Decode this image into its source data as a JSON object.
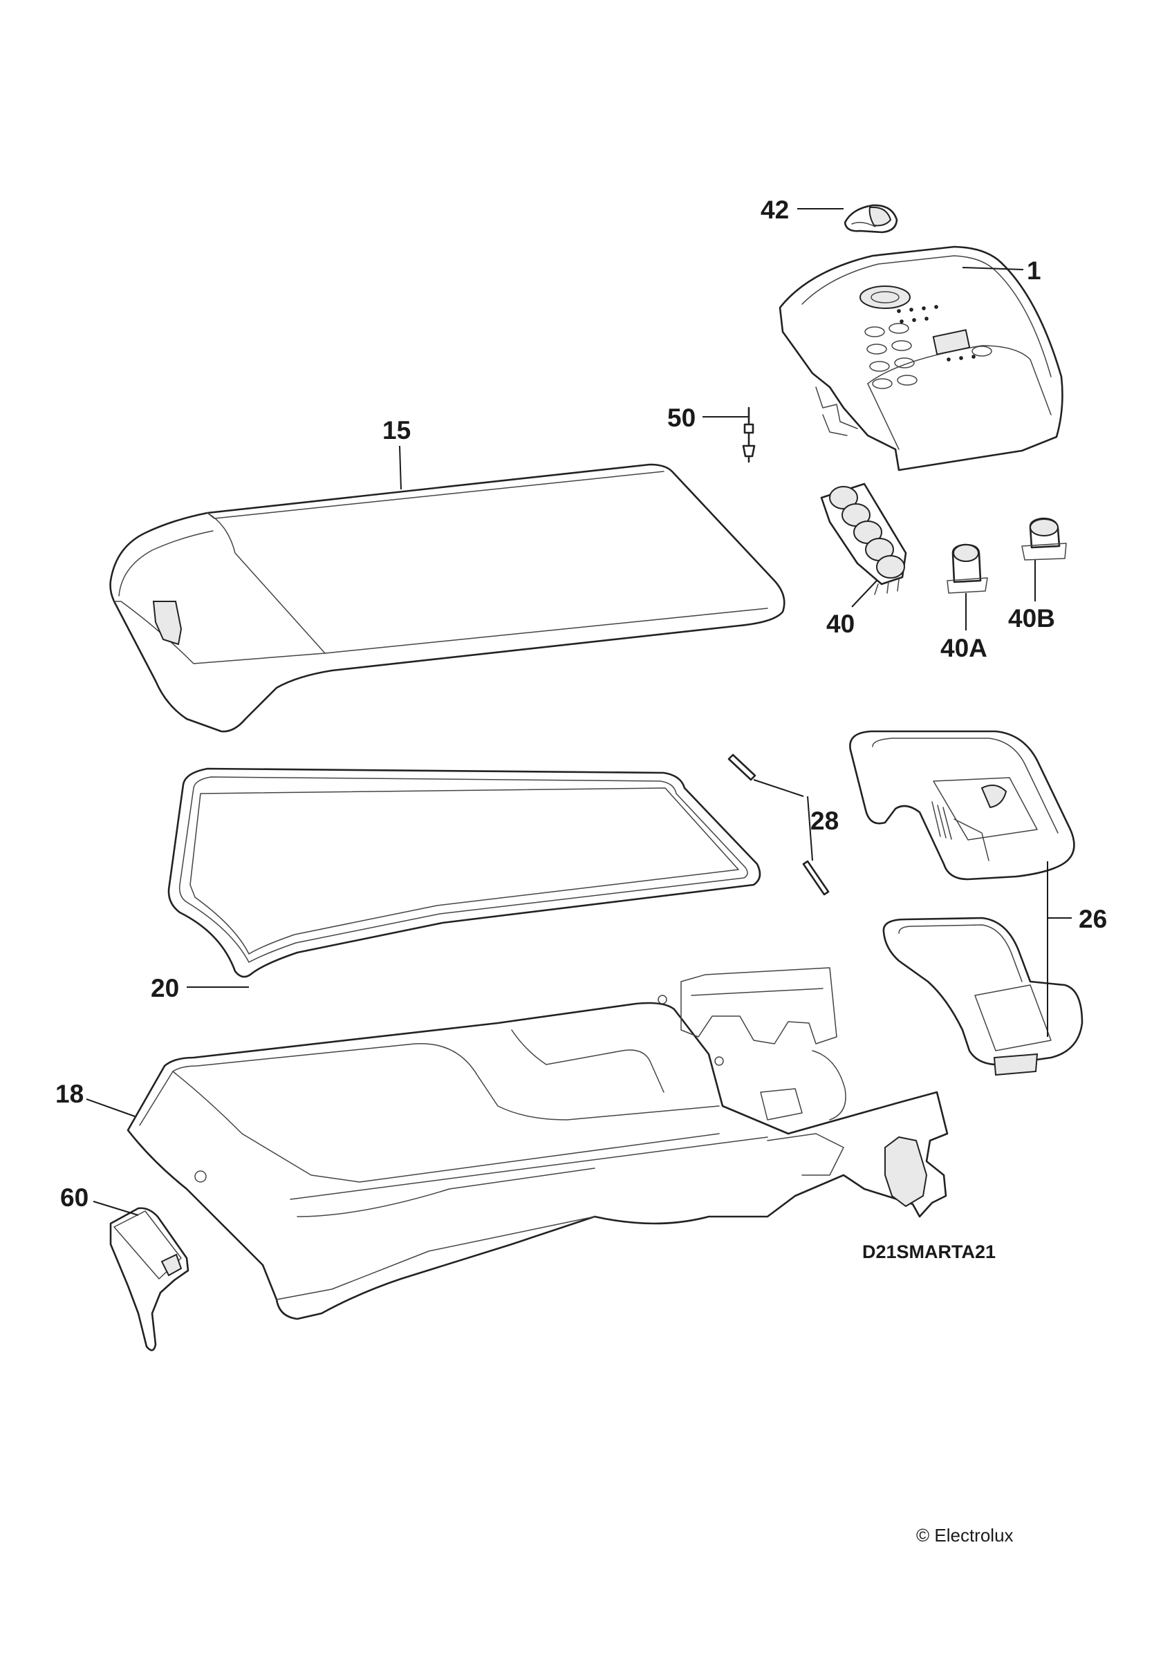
{
  "drawing": {
    "code": "D21SMARTA21",
    "copyright": "© Electrolux"
  },
  "callouts": {
    "c1": "1",
    "c15": "15",
    "c18": "18",
    "c20": "20",
    "c26": "26",
    "c28": "28",
    "c40": "40",
    "c40a": "40A",
    "c40b": "40B",
    "c42": "42",
    "c50": "50",
    "c60": "60"
  }
}
